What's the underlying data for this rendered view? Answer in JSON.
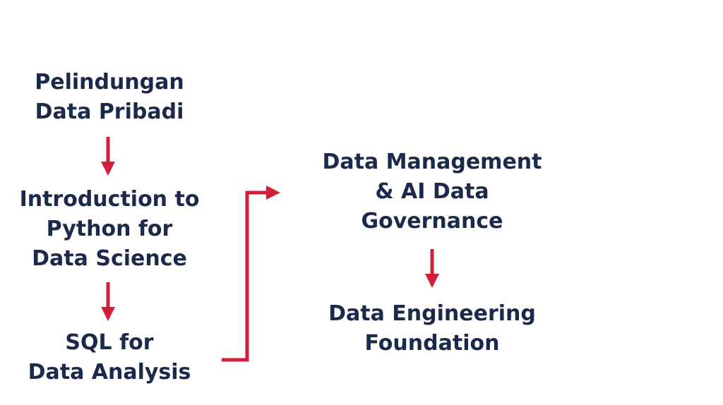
{
  "nodes": {
    "n1": [
      "Pelindungan",
      "Data Pribadi"
    ],
    "n2": [
      "Introduction to",
      "Python for",
      "Data Science"
    ],
    "n3": [
      "SQL for",
      "Data Analysis"
    ],
    "n4": [
      "Data Management",
      "& AI Data",
      "Governance"
    ],
    "n5": [
      "Data Engineering",
      "Foundation"
    ]
  },
  "colors": {
    "text": "#1b2a4a",
    "arrow": "#d11f3a"
  }
}
